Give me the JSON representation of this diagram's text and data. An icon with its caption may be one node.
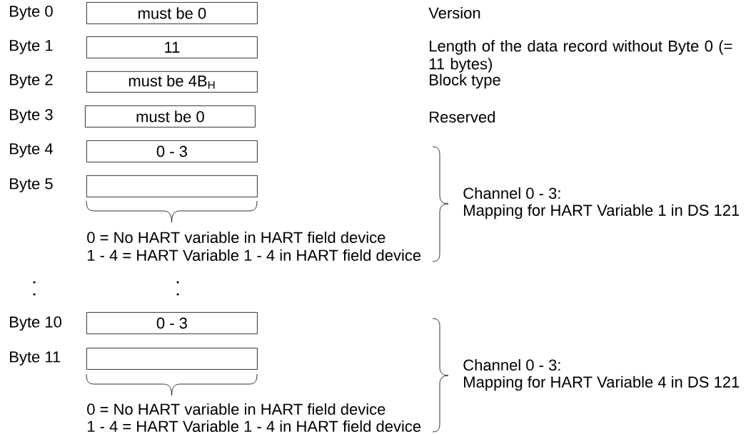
{
  "diagram": {
    "nodes": [
      {
        "text": [
          "must be 0"
        ]
      },
      {
        "text": [
          "11"
        ]
      },
      {
        "text": [
          "must be 4B$_{H}$"
        ]
      },
      {
        "text": [
          "must be 0"
        ]
      },
      {
        "text": [
          "0 - 3"
        ]
      },
      {
        "text": [],
        "shape": "box"
      },
      {
        "text": [
          "0 - 3"
        ]
      },
      {
        "text": [],
        "shape": "box"
      }
    ],
    "edges": [],
    "labels": [
      "Byte 0",
      "Version",
      "Byte 1",
      "Length of the data record without Byte 0 (= 11 bytes)",
      "Byte 2",
      "Block type",
      "Byte 3",
      "Reserved",
      "Byte 4",
      "Byte 5",
      "Channel 0 - 3:",
      "Mapping for HART Variable 1 in DS 121",
      "0 = No HART variable in HART field device",
      "1 - 4 = HART Variable 1 - 4 in HART field device",
      "Byte 10",
      "Byte 11",
      "Channel 0 - 3:",
      "Mapping for HART Variable 4 in DS 121",
      "0 = No HART variable in HART field device",
      "1 - 4 = HART Variable 1 - 4 in HART field device"
    ]
  }
}
